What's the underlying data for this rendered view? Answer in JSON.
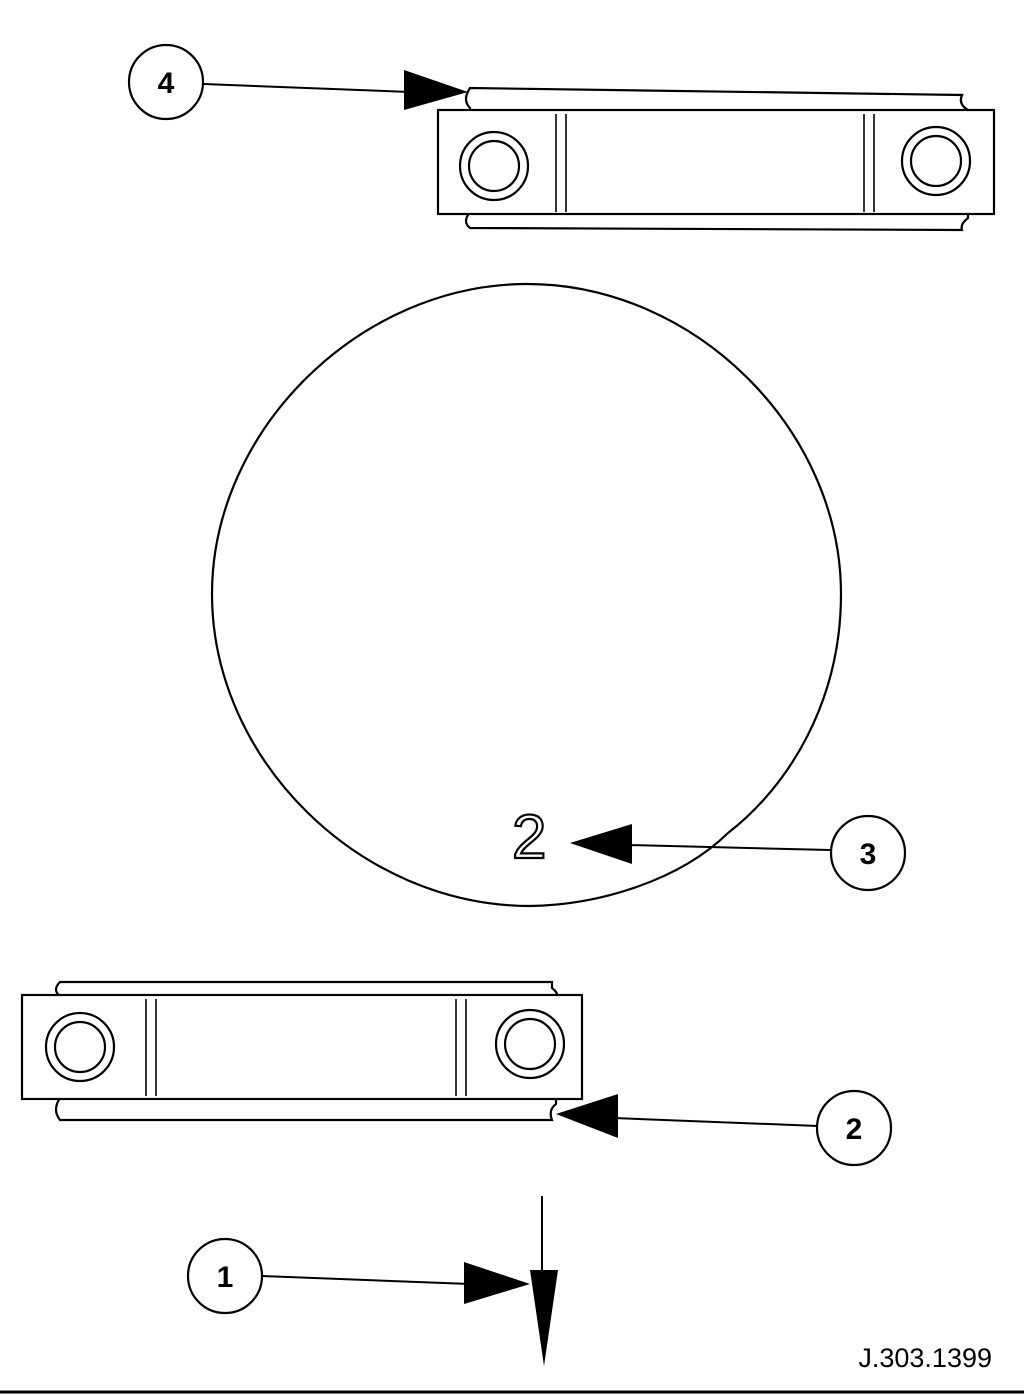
{
  "callouts": [
    {
      "id": "1",
      "label": "1"
    },
    {
      "id": "2",
      "label": "2"
    },
    {
      "id": "3",
      "label": "3"
    },
    {
      "id": "4",
      "label": "4"
    }
  ],
  "marking_label": "2",
  "reference_number": "J.303.1399",
  "icons": {
    "upper_part": "bearing-cap-icon",
    "lower_part": "bearing-cap-icon",
    "journal": "crankshaft-journal-icon",
    "direction": "arrow-down-icon"
  }
}
